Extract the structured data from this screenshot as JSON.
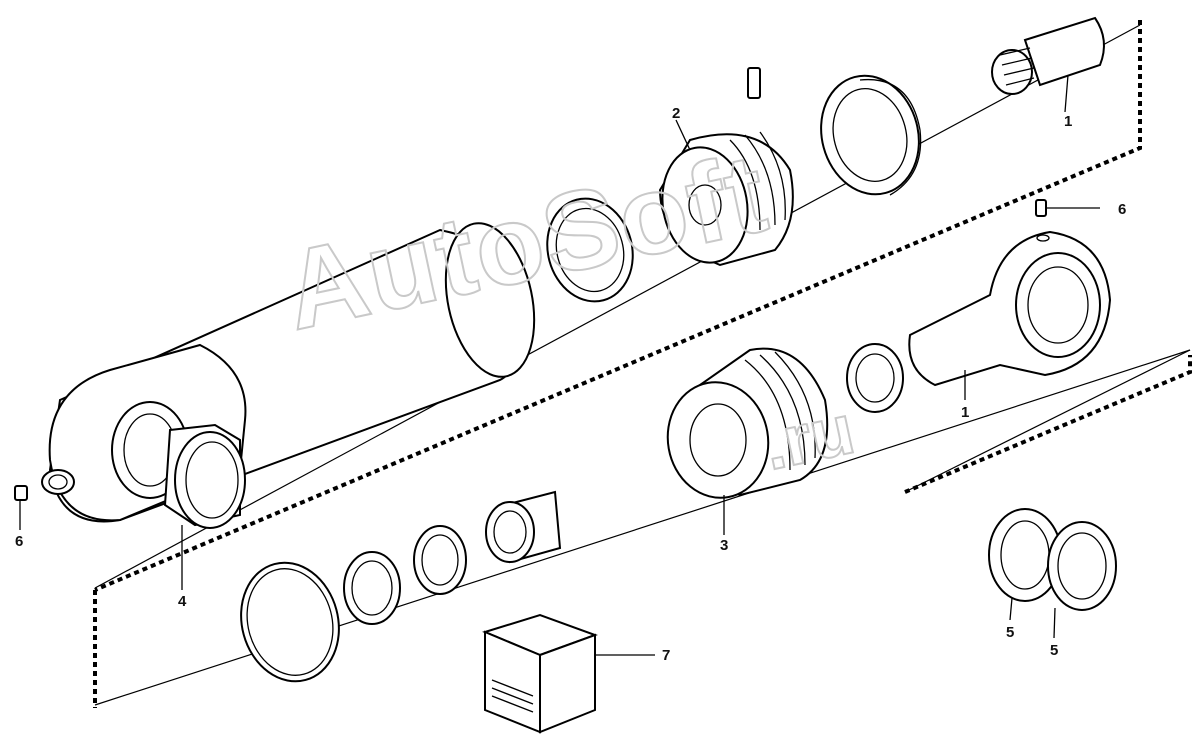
{
  "watermark": {
    "main": "AutoSoft",
    "suffix": ".ru"
  },
  "callouts": {
    "c1_top": "1",
    "c1_eye": "1",
    "c2": "2",
    "c3": "3",
    "c4": "4",
    "c5_left": "5",
    "c5_right": "5",
    "c6_left": "6",
    "c6_right": "6",
    "c7": "7"
  },
  "colors": {
    "line": "#000000",
    "watermark": "#c9c9c9",
    "background": "#ffffff"
  }
}
